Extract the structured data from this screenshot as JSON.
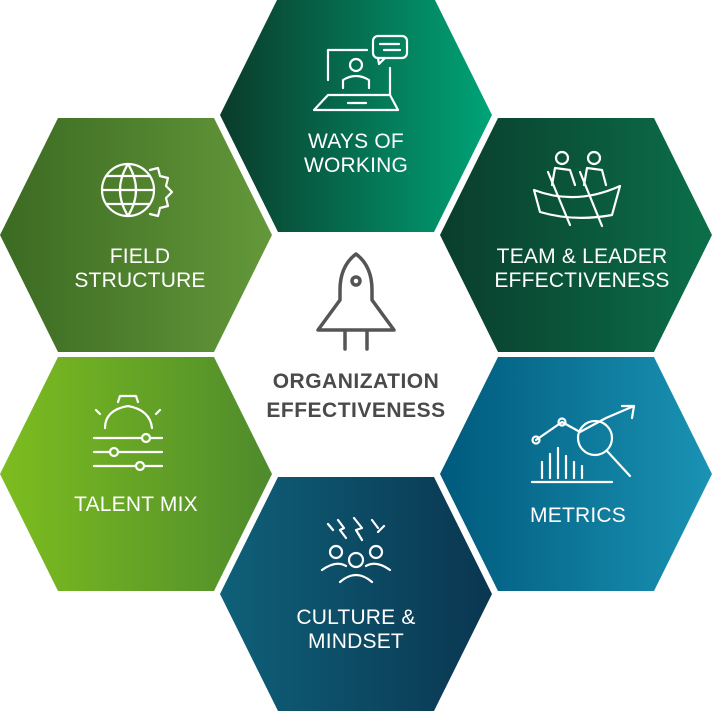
{
  "center": {
    "line1": "ORGANIZATION",
    "line2": "EFFECTIVENESS",
    "icon": "rocket-icon"
  },
  "segments": [
    {
      "line1": "WAYS OF",
      "line2": "WORKING",
      "icon": "laptop-chat-icon",
      "colors": [
        "#0a3b2a",
        "#00a477"
      ]
    },
    {
      "line1": "FIELD",
      "line2": "STRUCTURE",
      "icon": "globe-gear-icon",
      "colors": [
        "#3b6a22",
        "#64983a"
      ]
    },
    {
      "line1": "TEAM & LEADER",
      "line2": "EFFECTIVENESS",
      "icon": "rowing-team-icon",
      "colors": [
        "#0a3d2c",
        "#0b6f4a"
      ]
    },
    {
      "line1": "TALENT MIX",
      "line2": "",
      "icon": "gear-sliders-icon",
      "colors": [
        "#7dbd1f",
        "#4e8b2c"
      ]
    },
    {
      "line1": "METRICS",
      "line2": "",
      "icon": "chart-magnifier-icon",
      "colors": [
        "#005a7d",
        "#1a93b4"
      ]
    },
    {
      "line1": "CULTURE &",
      "line2": "MINDSET",
      "icon": "people-ideas-icon",
      "colors": [
        "#0f6079",
        "#0a3650"
      ]
    }
  ]
}
